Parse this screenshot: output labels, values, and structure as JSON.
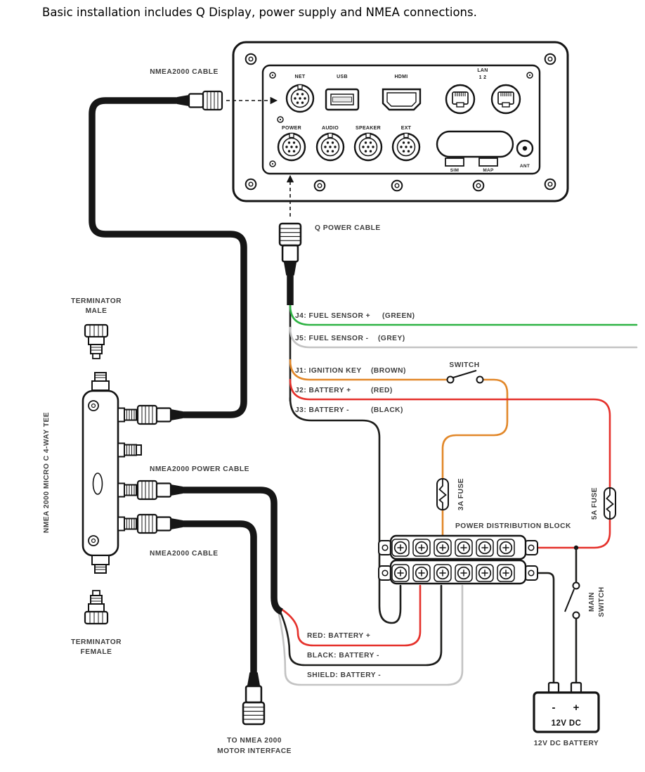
{
  "title": "Basic installation includes Q Display, power supply and NMEA connections.",
  "display": {
    "ports": {
      "net": "NET",
      "usb": "USB",
      "hdmi": "HDMI",
      "lan": "LAN",
      "lan_numbers": "1 2",
      "power": "POWER",
      "audio": "AUDIO",
      "speaker": "SPEAKER",
      "ext": "EXT",
      "sim": "SIM",
      "map": "MAP",
      "ant": "ANT"
    }
  },
  "cables": {
    "nmea2000_display": "NMEA2000 CABLE",
    "q_power": "Q POWER CABLE",
    "nmea2000_power": "NMEA2000 POWER CABLE",
    "nmea2000_motor": "NMEA2000 CABLE",
    "motor_interface": [
      "TO NMEA 2000",
      "MOTOR INTERFACE"
    ]
  },
  "tee": {
    "label": "NMEA 2000 MICRO C 4-WAY TEE",
    "terminator_male": [
      "TERMINATOR",
      "MALE"
    ],
    "terminator_female": [
      "TERMINATOR",
      "FEMALE"
    ]
  },
  "wires": {
    "j4": {
      "label": "J4: FUEL SENSOR +",
      "color_name": "(GREEN)",
      "color": "#2fb344"
    },
    "j5": {
      "label": "J5: FUEL SENSOR -",
      "color_name": "(GREY)",
      "color": "#c3c3c3"
    },
    "j1": {
      "label": "J1: IGNITION KEY",
      "color_name": "(BROWN)",
      "color": "#e2882a"
    },
    "j2": {
      "label": "J2: BATTERY +",
      "color_name": "(RED)",
      "color": "#e5312b"
    },
    "j3": {
      "label": "J3: BATTERY -",
      "color_name": "(BLACK)",
      "color": "#1d1d1b"
    }
  },
  "battery_wires": {
    "red": {
      "label": "RED: BATTERY +",
      "color": "#e5312b"
    },
    "black": {
      "label": "BLACK: BATTERY -",
      "color": "#1d1d1b"
    },
    "shield": {
      "label": "SHIELD: BATTERY -",
      "color": "#c3c3c3"
    }
  },
  "components": {
    "switch": "SWITCH",
    "main_switch": [
      "MAIN",
      "SWITCH"
    ],
    "fuse_3a": "3A FUSE",
    "fuse_5a": "5A FUSE",
    "distribution_block": "POWER DISTRIBUTION BLOCK",
    "battery": {
      "minus": "-",
      "plus": "+",
      "text": "12V DC",
      "caption": "12V DC BATTERY"
    }
  }
}
